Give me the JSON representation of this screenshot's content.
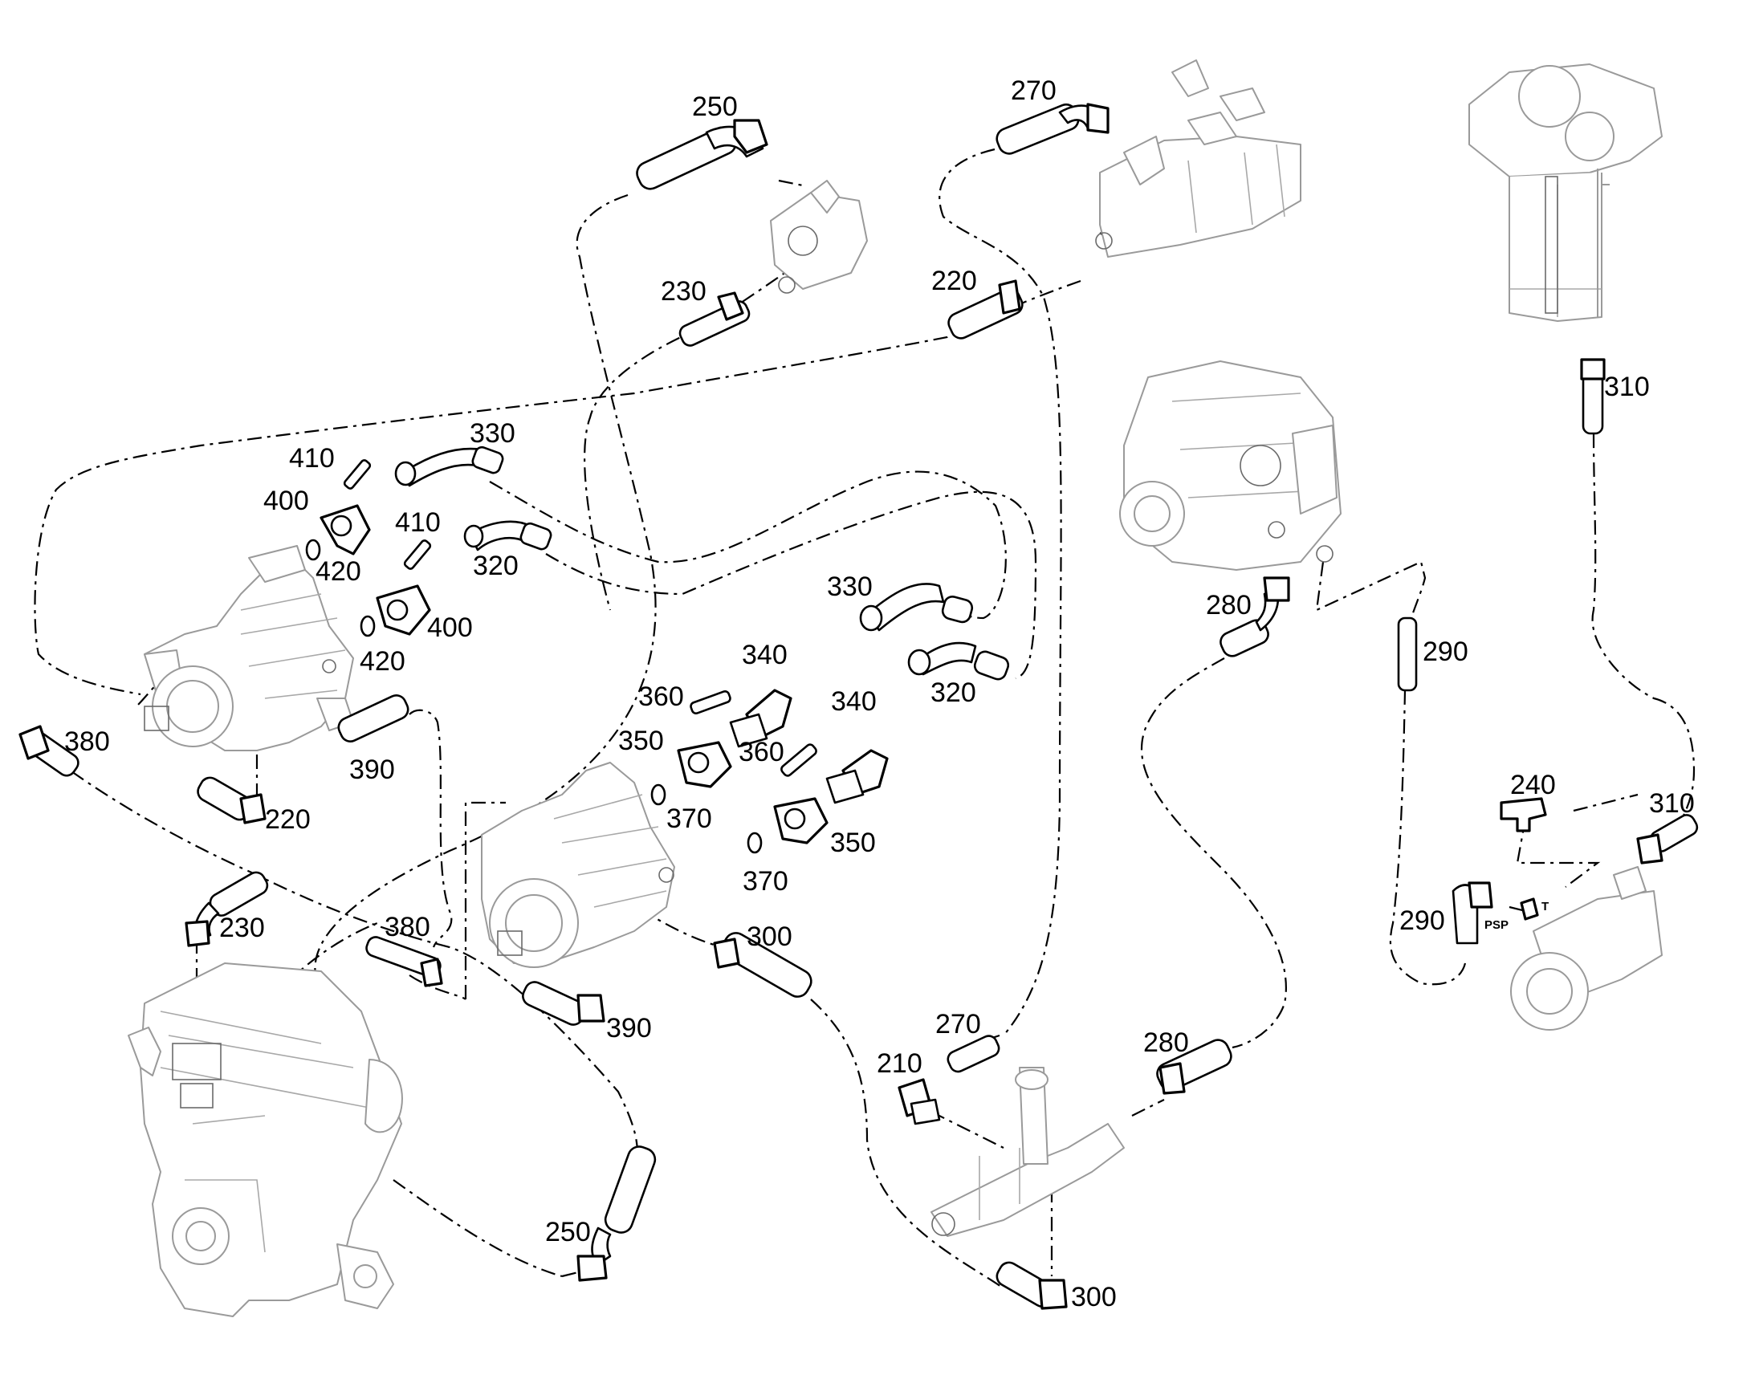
{
  "diagram": {
    "callouts": {
      "c250a": "250",
      "c270a": "270",
      "c230a": "230",
      "c220a": "220",
      "c310a": "310",
      "c410a": "410",
      "c400a": "400",
      "c330a": "330",
      "c410b": "410",
      "c320a": "320",
      "c420a": "420",
      "c400b": "400",
      "c420b": "420",
      "c280a": "280",
      "c290a": "290",
      "c330b": "330",
      "c340a": "340",
      "c360a": "360",
      "c320b": "320",
      "c340b": "340",
      "c350a": "350",
      "c360b": "360",
      "c380a": "380",
      "c390a": "390",
      "c220b": "220",
      "c370a": "370",
      "c350b": "350",
      "c370b": "370",
      "c240a": "240",
      "c310b": "310",
      "c230b": "230",
      "c380b": "380",
      "c300a": "300",
      "c290b": "290",
      "c390b": "390",
      "c270b": "270",
      "c280b": "280",
      "c210a": "210",
      "c250b": "250",
      "c300b": "300"
    },
    "port_tags": {
      "psp": "PSP",
      "t": "T"
    }
  }
}
